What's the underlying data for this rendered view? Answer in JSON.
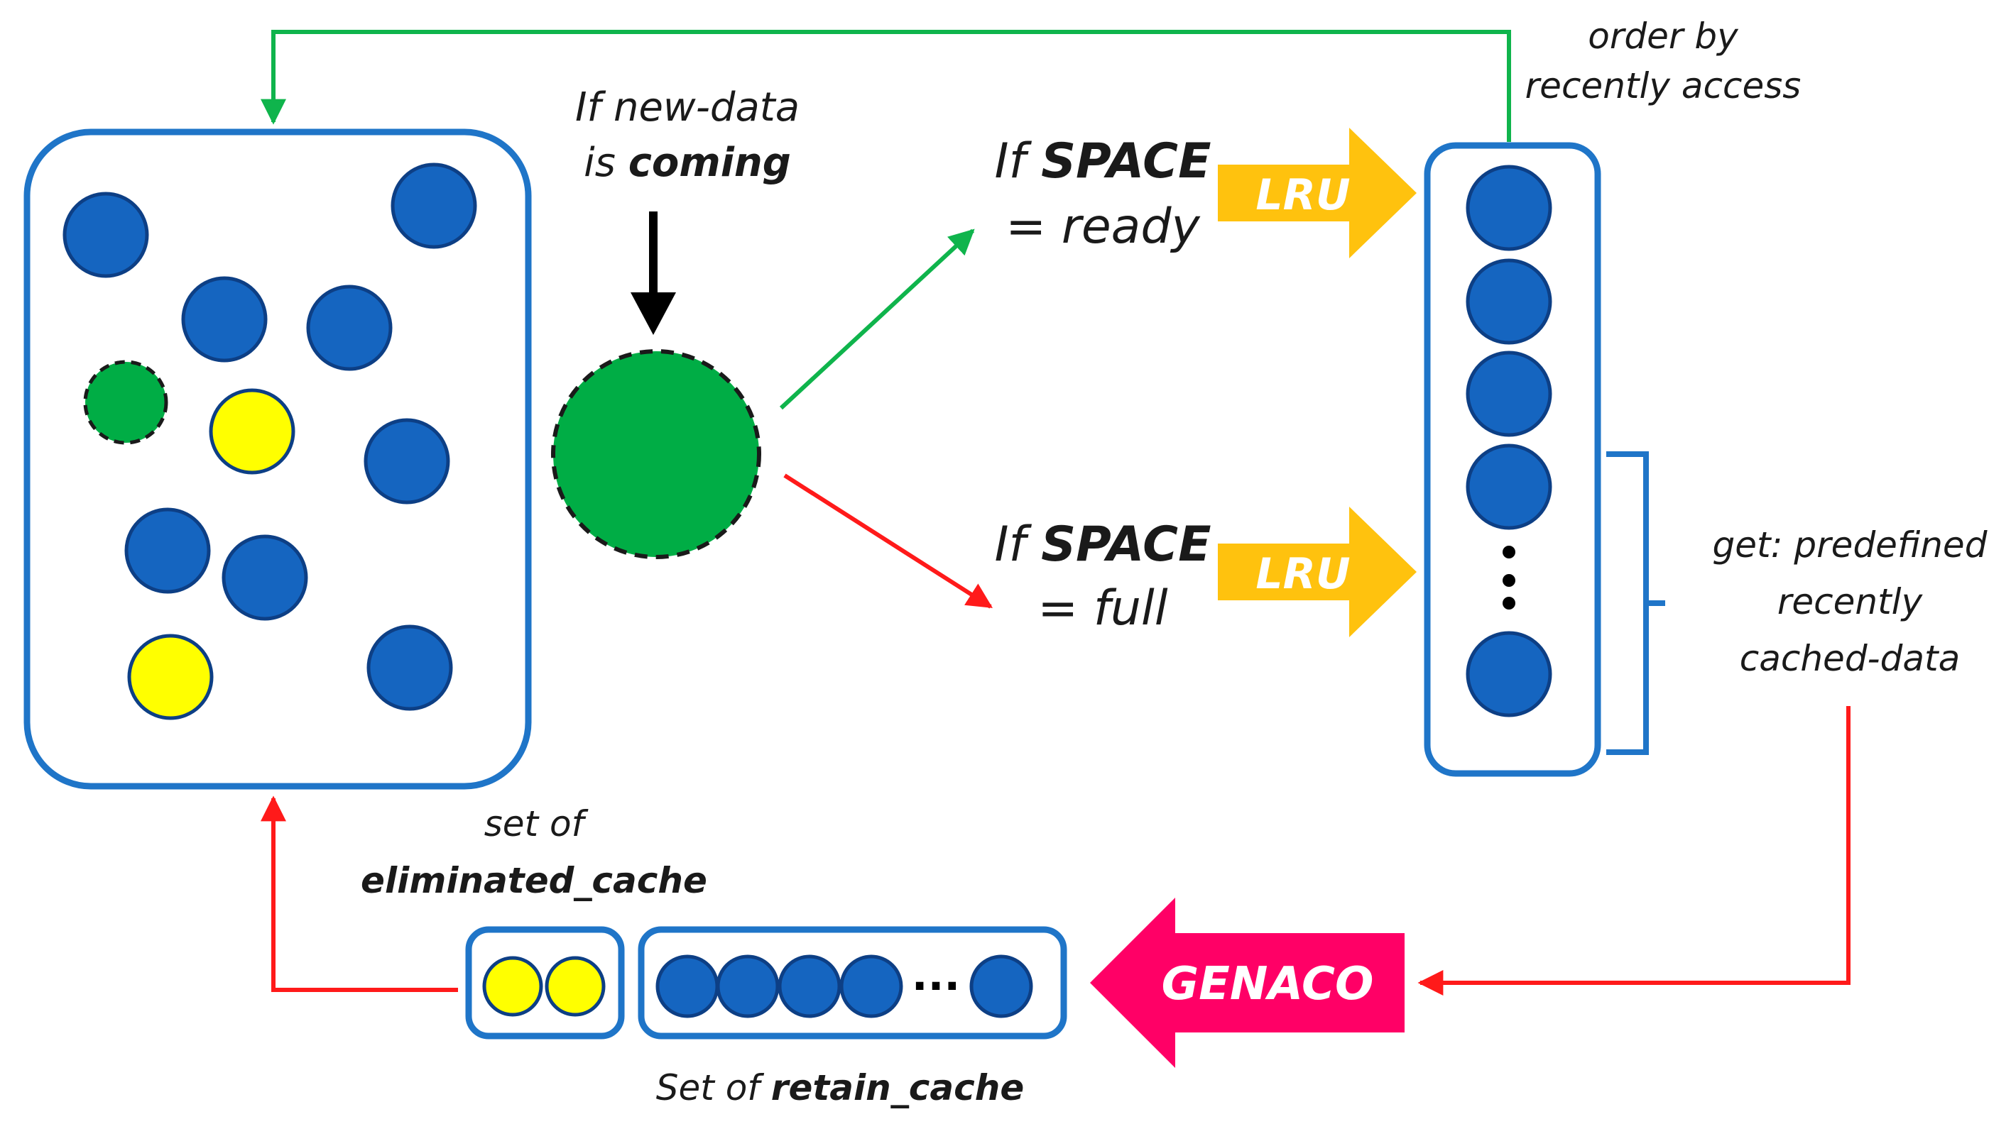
{
  "colors": {
    "blue": "#1565c0",
    "blue_dark": "#0d3f85",
    "box_border": "#1f75c8",
    "green": "#00ad45",
    "yellow": "#ffff00",
    "red": "#ff1a1a",
    "lru_orange": "#ffc20e",
    "genaco_pink": "#ff0066",
    "green_line": "#0fb44c"
  },
  "labels": {
    "new_data_1": "If new-data",
    "new_data_2_prefix": "is ",
    "new_data_2_bold": "coming",
    "space_ready_1_prefix": "If ",
    "space_ready_1_bold": "SPACE",
    "space_ready_2": "= ready",
    "space_full_1_prefix": "If ",
    "space_full_1_bold": "SPACE",
    "space_full_2": "= full",
    "lru_top": "LRU",
    "lru_bottom": "LRU",
    "order_1": "order by",
    "order_2": "recently access",
    "get_1": "get: predefined",
    "get_2": "recently",
    "get_3": "cached-data",
    "genaco": "GENACO",
    "set_of": "set of",
    "eliminated": "eliminated_cache",
    "retain_prefix": "Set of ",
    "retain_bold": "retain_cache",
    "ellipsis": "..."
  },
  "icons": {
    "cache_item": "circle-icon",
    "incoming_item": "dashed-circle-icon",
    "vertical_dots": "vertical-ellipsis-icon"
  }
}
